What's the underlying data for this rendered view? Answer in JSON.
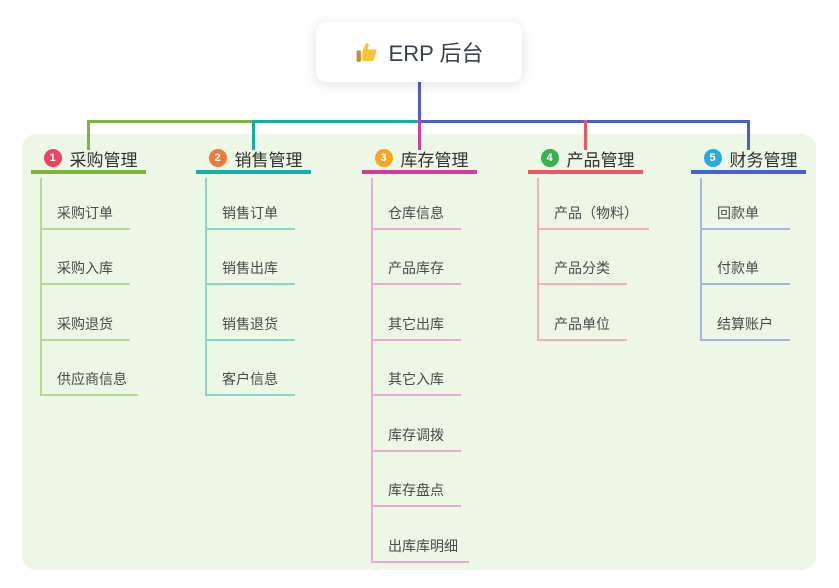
{
  "root": {
    "label": "ERP 后台",
    "icon": "thumbs-up-icon"
  },
  "canvas": {
    "background_color": "#ECF7E6",
    "root_connector_color": "#4A5FD2"
  },
  "branches": [
    {
      "index": "1",
      "label": "采购管理",
      "badge_color": "#F0435F",
      "line_color": "#7DB53E",
      "light_color": "#B5D98D",
      "children": [
        "采购订单",
        "采购入库",
        "采购退货",
        "供应商信息"
      ]
    },
    {
      "index": "2",
      "label": "销售管理",
      "badge_color": "#EE7A3D",
      "line_color": "#14AFA6",
      "light_color": "#85D6CE",
      "children": [
        "销售订单",
        "销售出库",
        "销售退货",
        "客户信息"
      ]
    },
    {
      "index": "3",
      "label": "库存管理",
      "badge_color": "#F6A623",
      "line_color": "#D13C9E",
      "light_color": "#EBA9D5",
      "children": [
        "仓库信息",
        "产品库存",
        "其它出库",
        "其它入库",
        "库存调拨",
        "库存盘点",
        "出库库明细"
      ]
    },
    {
      "index": "4",
      "label": "产品管理",
      "badge_color": "#35B24A",
      "line_color": "#EF5660",
      "light_color": "#F8AEB3",
      "children": [
        "产品（物料）",
        "产品分类",
        "产品单位"
      ]
    },
    {
      "index": "5",
      "label": "财务管理",
      "badge_color": "#2BA9E1",
      "line_color": "#4660CE",
      "light_color": "#A6B3E5",
      "children": [
        "回款单",
        "付款单",
        "结算账户"
      ]
    }
  ]
}
